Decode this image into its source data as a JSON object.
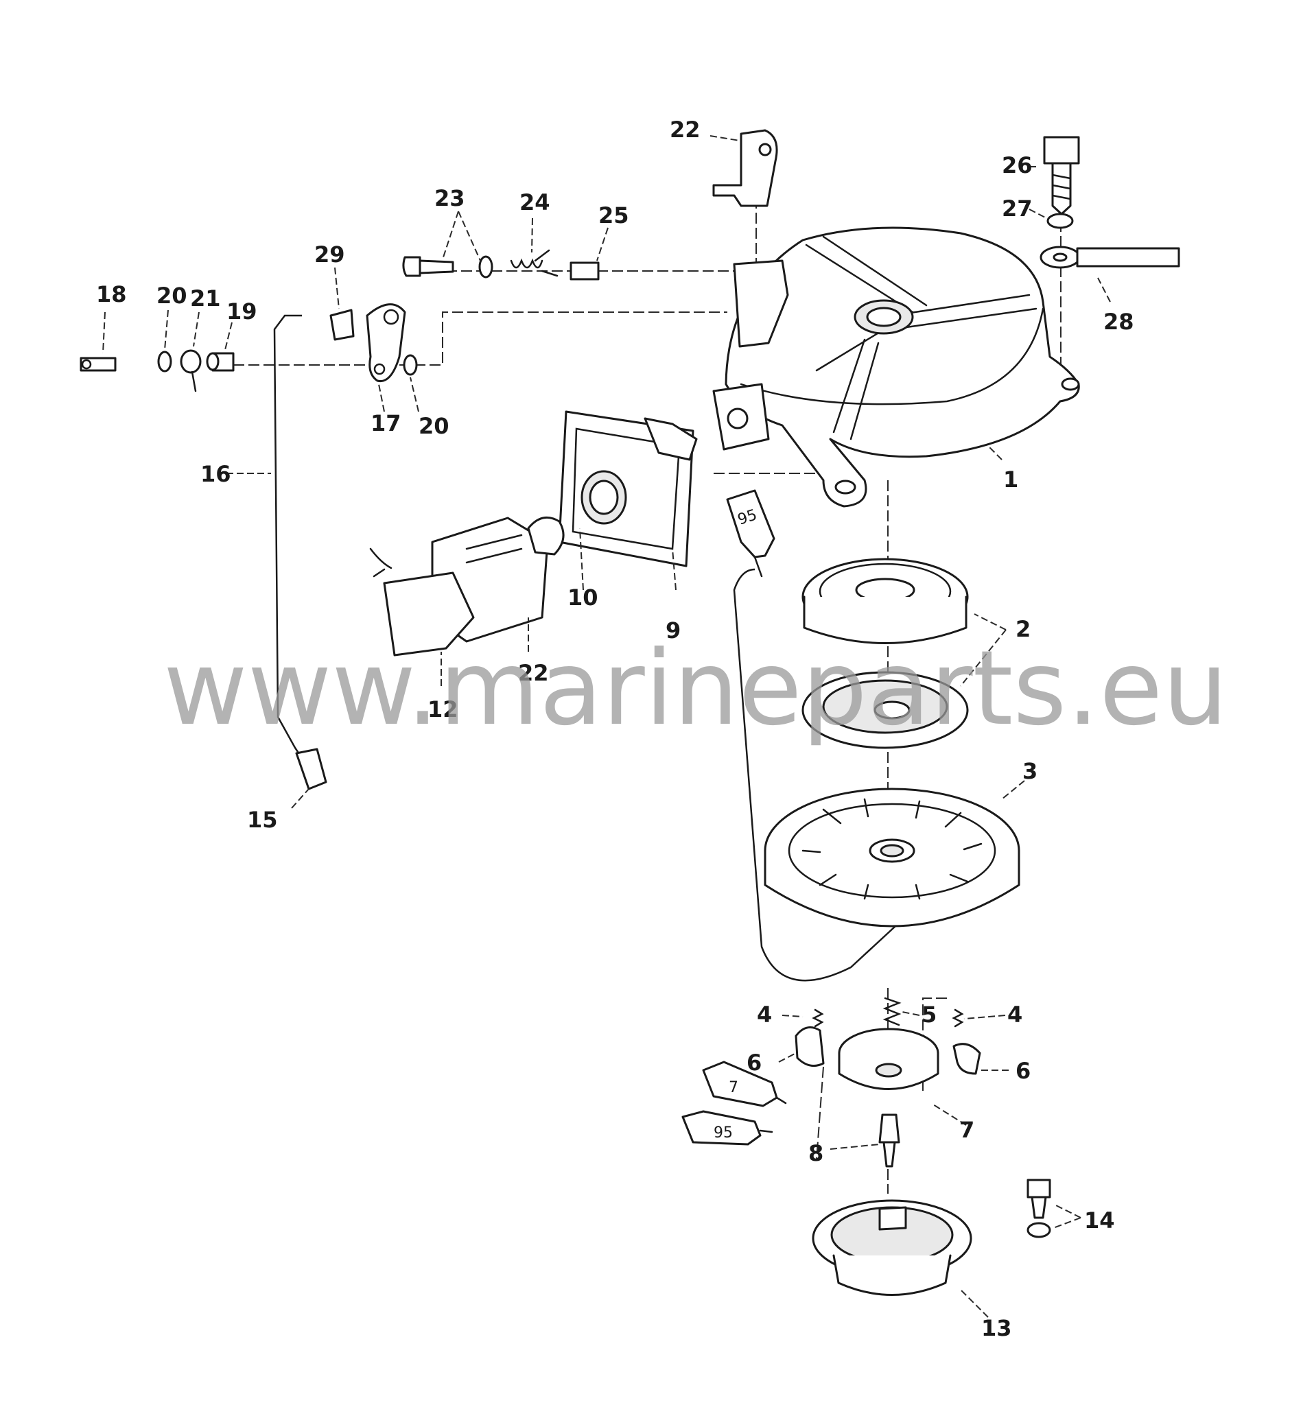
{
  "watermark": "www.marineparts.eu",
  "tube_labels": {
    "upper_tube": "95",
    "middle_tube": "7",
    "lower_tube": "95"
  },
  "callouts": {
    "c1": "1",
    "c2": "2",
    "c3": "3",
    "c4_left": "4",
    "c4_right": "4",
    "c5": "5",
    "c6_left": "6",
    "c6_right": "6",
    "c7": "7",
    "c8": "8",
    "c9": "9",
    "c10": "10",
    "c12": "12",
    "c13": "13",
    "c14": "14",
    "c15": "15",
    "c16": "16",
    "c17": "17",
    "c18": "18",
    "c19": "19",
    "c20_top": "20",
    "c20_bottom": "20",
    "c21": "21",
    "c22_top": "22",
    "c22_mid": "22",
    "c23": "23",
    "c24": "24",
    "c25": "25",
    "c26": "26",
    "c27": "27",
    "c28": "28",
    "c29": "29"
  }
}
